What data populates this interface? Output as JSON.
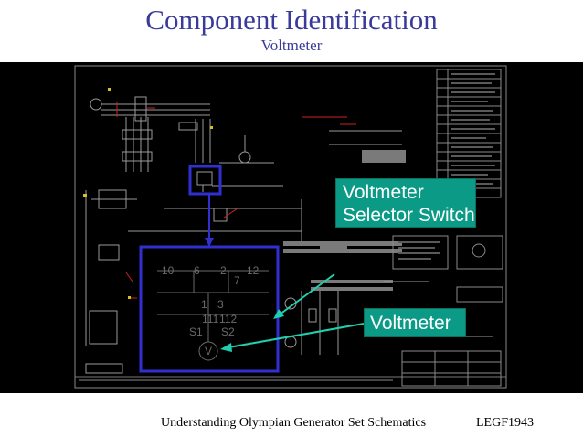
{
  "slide": {
    "title": "Component Identification",
    "subtitle": "Voltmeter"
  },
  "callouts": {
    "switch_line1": "Voltmeter",
    "switch_line2": "Selector Switch",
    "voltmeter": "Voltmeter"
  },
  "zoom_panel": {
    "top_numbers": [
      "10",
      "6",
      "2",
      "12"
    ],
    "mid_number": "7",
    "labels_1_3": [
      "1",
      "3"
    ],
    "labels_111_112": [
      "111",
      "112"
    ],
    "labels_s1_s2": [
      "S1",
      "S2"
    ],
    "meter_symbol": "V"
  },
  "footer": {
    "left": "Understanding Olympian Generator Set Schematics",
    "right": "LEGF1943"
  },
  "colors": {
    "title": "#3a3a9a",
    "highlight_box": "#3030d0",
    "callout_fill": "#0a9a86",
    "arrow": "#1fcfae"
  }
}
